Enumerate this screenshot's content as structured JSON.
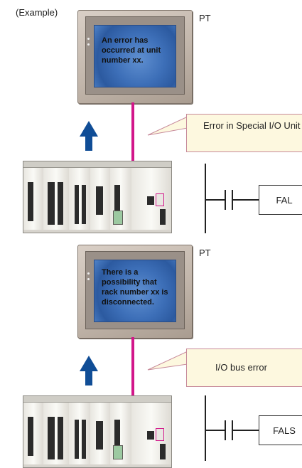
{
  "example_label": "(Example)",
  "panels": [
    {
      "pt_label": "PT",
      "screen_message": "An error has occurred at unit number xx.",
      "callout": "Error in Special I/O Unit",
      "instruction": "FAL"
    },
    {
      "pt_label": "PT",
      "screen_message": "There is a possibility that rack number xx is disconnected.",
      "callout": "I/O bus error",
      "instruction": "FALS"
    }
  ],
  "colors": {
    "wire": "#d2168a",
    "arrow": "#104d96",
    "callout_fill": "#fdf8df",
    "screen": "#3d6fb8"
  }
}
